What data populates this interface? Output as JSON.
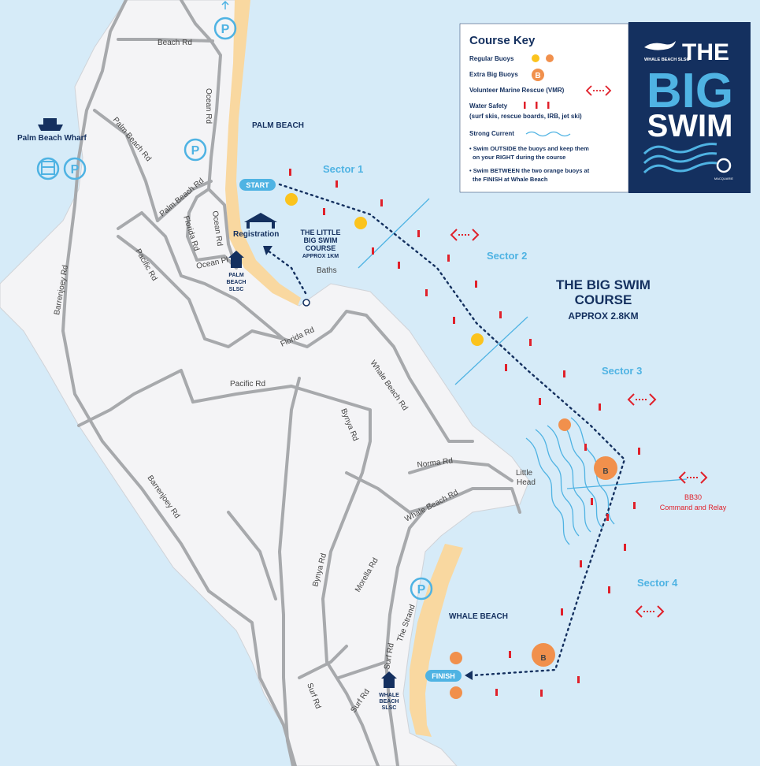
{
  "title": {
    "line1": "THE",
    "line2": "BIG",
    "line3": "SWIM",
    "club": "WHALE BEACH SLSC",
    "sponsor": "MACQUARIE"
  },
  "key": {
    "heading": "Course Key",
    "regular": "Regular Buoys",
    "extra": "Extra Big Buoys",
    "vmr": "Volunteer Marine Rescue (VMR)",
    "water1": "Water Safety",
    "water2": "(surf skis, rescue boards, IRB, jet ski)",
    "current": "Strong Current",
    "note1a": "• Swim OUTSIDE the buoys and keep them",
    "note1b": "on your RIGHT during the course",
    "note2a": "• Swim BETWEEN the two orange buoys at",
    "note2b": "the FINISH at Whale Beach",
    "b": "B"
  },
  "course": {
    "line1": "THE BIG SWIM",
    "line2": "COURSE",
    "dist": "APPROX 2.8KM"
  },
  "little": {
    "l1": "THE LITTLE",
    "l2": "BIG SWIM",
    "l3": "COURSE",
    "l4": "APPROX 1KM"
  },
  "sectors": [
    "Sector 1",
    "Sector 2",
    "Sector 3",
    "Sector 4"
  ],
  "places": {
    "palm": "PALM BEACH",
    "whale": "WHALE BEACH",
    "wharf": "Palm Beach Wharf",
    "registration": "Registration",
    "baths": "Baths",
    "little1": "Little",
    "little2": "Head",
    "pbs1": "PALM",
    "pbs2": "BEACH",
    "pbs3": "SLSC",
    "wbs1": "WHALE",
    "wbs2": "BEACH",
    "wbs3": "SLSC",
    "bb30": "BB30",
    "cmd": "Command and Relay",
    "start": "START",
    "finish": "FINISH",
    "p": "P",
    "b": "B"
  },
  "roads": {
    "beach": "Beach Rd",
    "ocean": "Ocean Rd",
    "palmbeach": "Palm Beach Rd",
    "palmbeach2": "Palm Beach Rd",
    "florida": "Florida Rd",
    "ocean2": "Ocean Rd",
    "oceanpl": "Ocean Pl",
    "pacific": "Pacific Rd",
    "barrenjoey": "Barrenjoey Rd",
    "florida2": "Florida Rd",
    "pacific2": "Pacific Rd",
    "whale": "Whale Beach Rd",
    "bynya": "Bynya Rd",
    "norma": "Norma Rd",
    "whale2": "Whale Beach Rd",
    "barrenjoey2": "Barrenjoey Rd",
    "bynya2": "Bynya Rd",
    "morella": "Morella Rd",
    "strand": "The Strand",
    "surf": "Surf Rd",
    "surf2": "Surf Rd",
    "surf3": "Surf Rd"
  },
  "colors": {
    "sea": "#d6ebf8",
    "land": "#f4f4f6",
    "road": "#a7a9ac",
    "sand": "#f9d8a0",
    "navy": "#14305f",
    "sky": "#4fb3e3",
    "red": "#e0202a",
    "yellow": "#fbc31d",
    "orange": "#f1904c"
  }
}
